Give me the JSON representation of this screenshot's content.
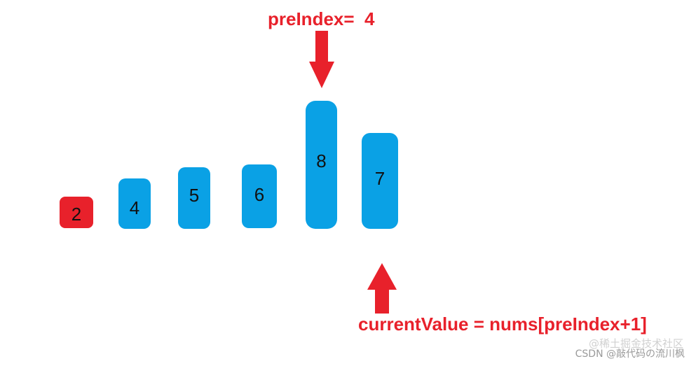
{
  "colors": {
    "bar": "#0aa1e5",
    "highlight": "#e8212b",
    "annotation": "#e8212b",
    "text": "#111111",
    "background": "#ffffff"
  },
  "labels": {
    "pre_index": "preIndex=  4",
    "current_value": "currentValue = nums[preIndex+1]"
  },
  "bars": [
    {
      "value": "2",
      "state": "sorted-highlight"
    },
    {
      "value": "4",
      "state": "normal"
    },
    {
      "value": "5",
      "state": "normal"
    },
    {
      "value": "6",
      "state": "normal"
    },
    {
      "value": "8",
      "state": "normal"
    },
    {
      "value": "7",
      "state": "normal"
    }
  ],
  "arrows": {
    "pre_index_arrow": "arrow-down-icon",
    "current_value_arrow": "arrow-up-icon"
  },
  "watermark": {
    "primary": "CSDN @敲代码の流川枫",
    "overlay": "@稀土掘金技术社区"
  }
}
